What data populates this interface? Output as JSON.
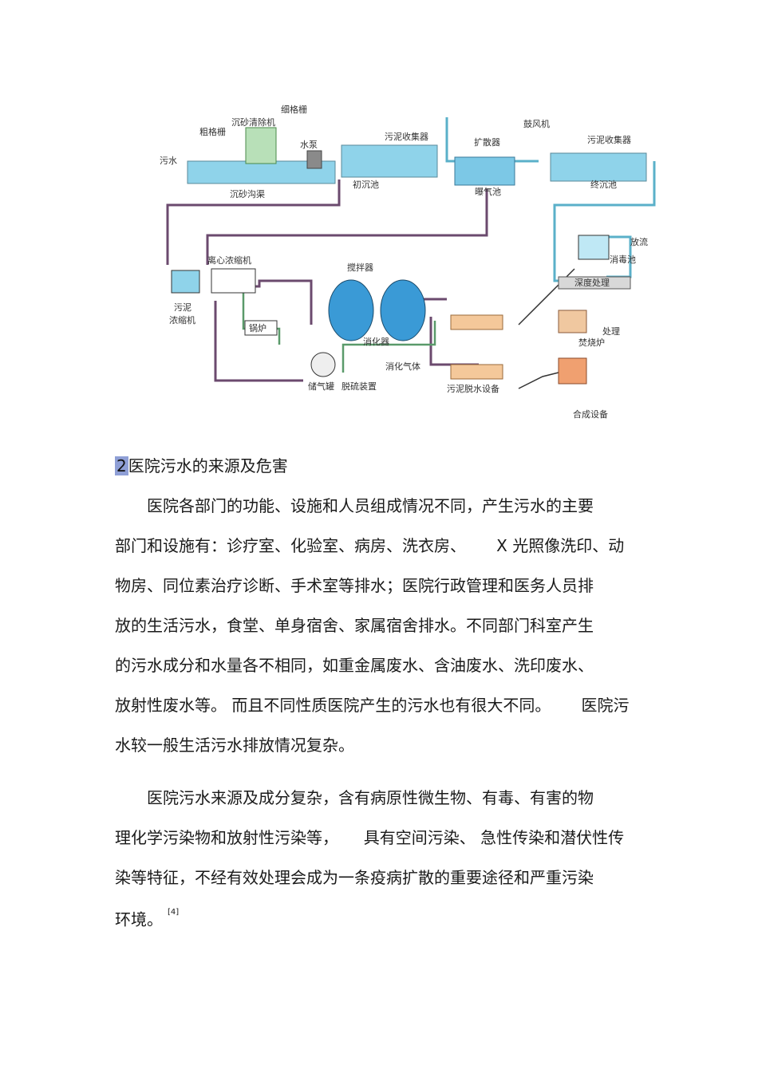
{
  "figure": {
    "labels": {
      "wastewater": "污水",
      "coarse_screen": "粗格栅",
      "fine_screen": "细格栅",
      "grit_remover": "沉砂清除机",
      "water_pump": "水泵",
      "grit_channel": "沉砂沟渠",
      "sludge_collector_1": "污泥收集器",
      "primary_tank": "初沉池",
      "diffuser": "扩散器",
      "blower": "鼓风机",
      "aeration_tank": "曝气池",
      "sludge_collector_2": "污泥收集器",
      "final_tank": "终沉池",
      "discharge": "放流",
      "disinfection_tank": "消毒池",
      "advanced_treatment": "深度处理",
      "centrifugal_thickener": "离心浓缩机",
      "sludge_thickener": "污泥浓缩机",
      "agitator": "搅拌器",
      "boiler": "锅炉",
      "digester": "消化器",
      "digester_gas": "消化气体",
      "gas_holder": "储气罐",
      "desulfurization": "脱硫装置",
      "dewatering": "污泥脱水设备",
      "incinerator": "焚烧炉",
      "disposal": "处理",
      "synthesis": "合成设备"
    }
  },
  "section": {
    "number": "2",
    "title": "医院污水的来源及危害"
  },
  "paragraph1": {
    "lines": [
      "医院各部门的功能、设施和人员组成情况不同，产生污水的主要",
      "部门和设施有：诊疗室、化验室、病房、洗衣房、      X 光照像洗印、动",
      "物房、同位素治疗诊断、手术室等排水；医院行政管理和医务人员排",
      "放的生活污水，食堂、单身宿舍、家属宿舍排水。不同部门科室产生",
      "的污水成分和水量各不相同，如重金属废水、含油废水、洗印废水、",
      "放射性废水等。 而且不同性质医院产生的污水也有很大不同。      医院污",
      "水较一般生活污水排放情况复杂。"
    ]
  },
  "paragraph2": {
    "lines": [
      "医院污水来源及成分复杂，含有病原性微生物、有毒、有害的物",
      "理化学污染物和放射性污染等，     具有空间污染、 急性传染和潜伏性传",
      "染等特征，不经有效处理会成为一条疫病扩散的重要途径和严重污染",
      "环境。"
    ],
    "citation": "[4]"
  }
}
